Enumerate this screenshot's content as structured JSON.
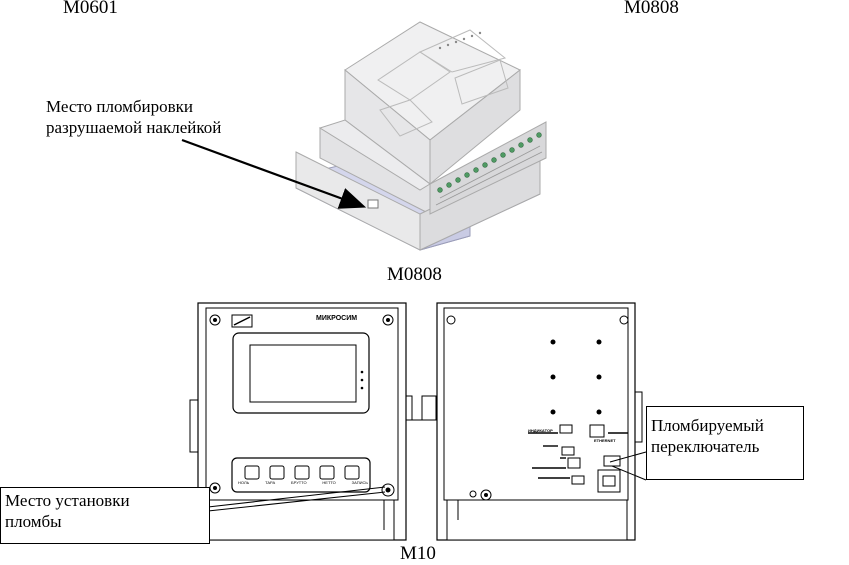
{
  "captions": {
    "m0601": "М0601",
    "m0808_top": "М0808",
    "m0808_mid": "М0808",
    "m10": "М10"
  },
  "callouts": {
    "seal_sticker_line1": "Место пломбировки",
    "seal_sticker_line2": "разрушаемой наклейкой",
    "seal_place_line1": "Место установки",
    "seal_place_line2": "пломбы",
    "switch_line1": "Пломбируемый",
    "switch_line2": "переключатель"
  },
  "device_front": {
    "brand": "МИКРОСИМ",
    "keys": [
      "НОЛЬ",
      "ТАРА",
      "БРУТТО",
      "НЕТТО",
      "ЗАПИСЬ"
    ]
  },
  "device_back": {
    "label_ethernet": "ETHERNET",
    "label_indicator": "ИНДИКАТОР"
  }
}
